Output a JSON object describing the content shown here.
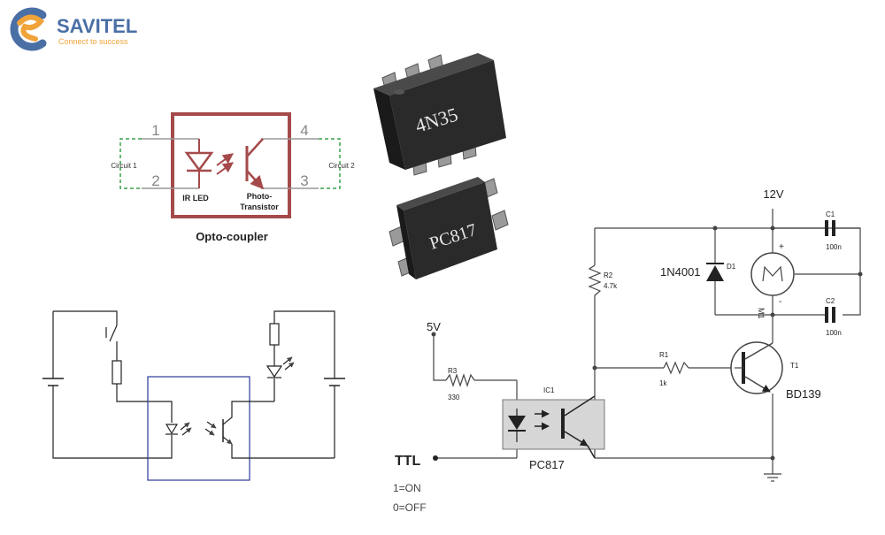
{
  "brand": {
    "name": "SAVITEL",
    "tagline": "Connect to success",
    "colors": {
      "blue": "#4a6fa5",
      "orange": "#f0a33a"
    }
  },
  "optocoupler_symbol": {
    "caption": "Opto-coupler",
    "pin1": "1",
    "pin2": "2",
    "pin3": "3",
    "pin4": "4",
    "circuit1": "Circuit 1",
    "circuit2": "Circuit 2",
    "led_label": "IR LED",
    "transistor_label_1": "Photo-",
    "transistor_label_2": "Transistor",
    "color": "#a54a4a"
  },
  "chips": {
    "top_marking": "4N35",
    "bottom_marking": "PC817"
  },
  "circuit": {
    "supply_12v": "12V",
    "supply_5v": "5V",
    "c1_name": "C1",
    "c1_value": "100n",
    "c2_name": "C2",
    "c2_value": "100n",
    "d1_part": "1N4001",
    "d1_name": "D1",
    "motor_name": "M1",
    "plus": "+",
    "minus": "-",
    "r2_name": "R2",
    "r2_value": "4.7k",
    "r3_name": "R3",
    "r3_value": "330",
    "r1_name": "R1",
    "r1_value": "1k",
    "ic1_name": "IC1",
    "ic1_part": "PC817",
    "t1_name": "T1",
    "t1_part": "BD139",
    "ttl_label": "TTL",
    "on_label": "1=ON",
    "off_label": "0=OFF"
  }
}
